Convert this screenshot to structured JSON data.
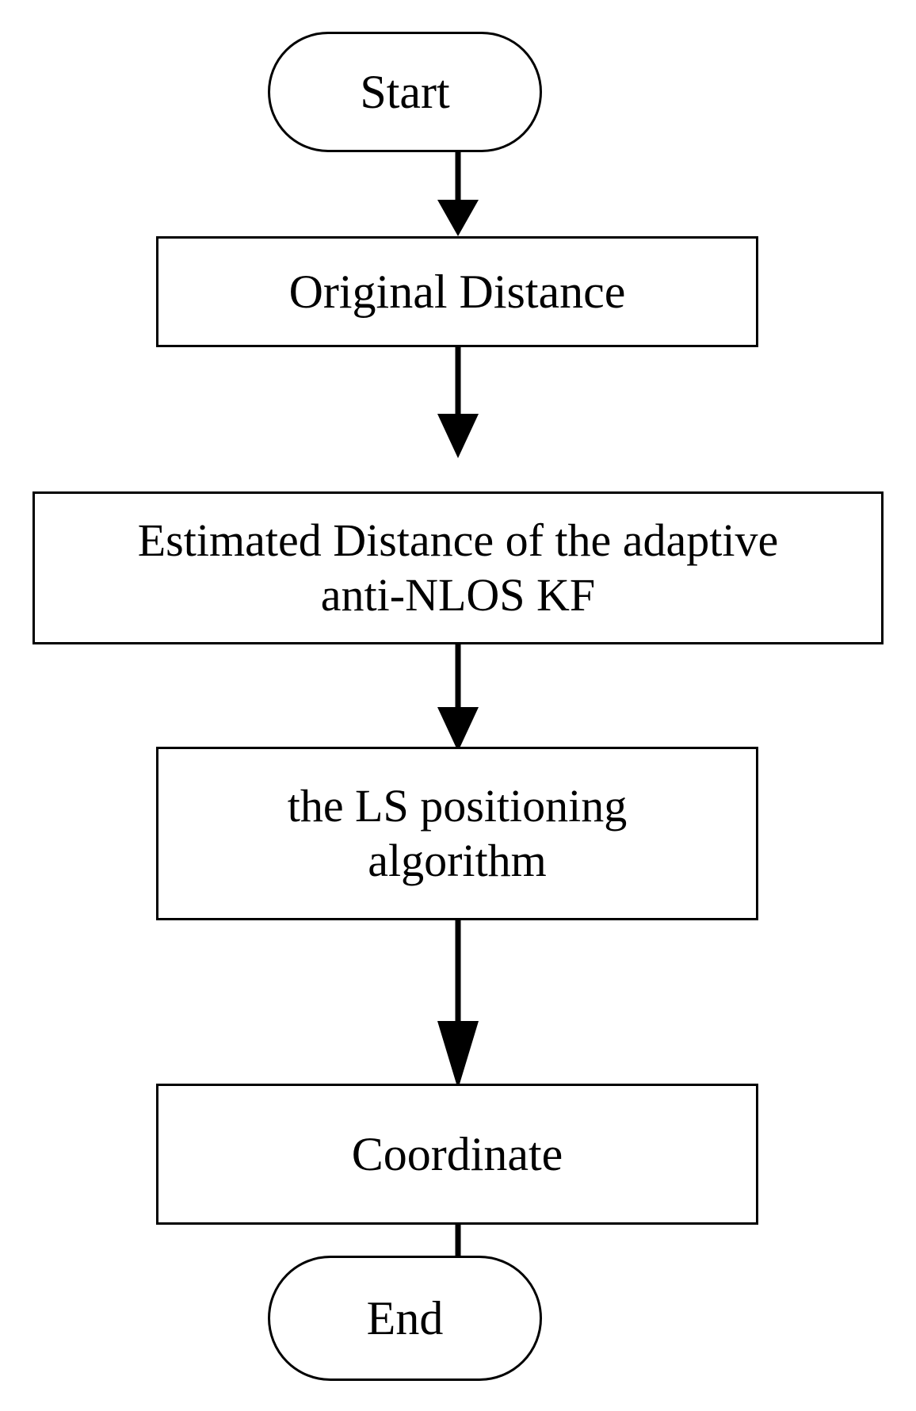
{
  "diagram": {
    "title": "Adaptive anti-NLOS KF positioning flowchart",
    "orientation": "top-to-bottom",
    "background_color": "#ffffff",
    "stroke_color": "#000000",
    "text_color": "#000000",
    "nodes": [
      {
        "id": "start",
        "shape": "terminator",
        "label": "Start"
      },
      {
        "id": "original",
        "shape": "process",
        "label": "Original Distance"
      },
      {
        "id": "estimated",
        "shape": "process",
        "label": "Estimated Distance of the adaptive\nanti-NLOS KF"
      },
      {
        "id": "ls",
        "shape": "process",
        "label": "the LS positioning\nalgorithm"
      },
      {
        "id": "coordinate",
        "shape": "process",
        "label": "Coordinate"
      },
      {
        "id": "end",
        "shape": "terminator",
        "label": "End"
      }
    ],
    "edges": [
      {
        "id": "e1",
        "from": "start",
        "to": "original",
        "label": ""
      },
      {
        "id": "e2",
        "from": "original",
        "to": "estimated",
        "label": ""
      },
      {
        "id": "e3",
        "from": "estimated",
        "to": "ls",
        "label": ""
      },
      {
        "id": "e4",
        "from": "ls",
        "to": "coordinate",
        "label": ""
      },
      {
        "id": "e5",
        "from": "coordinate",
        "to": "end",
        "label": ""
      }
    ]
  }
}
